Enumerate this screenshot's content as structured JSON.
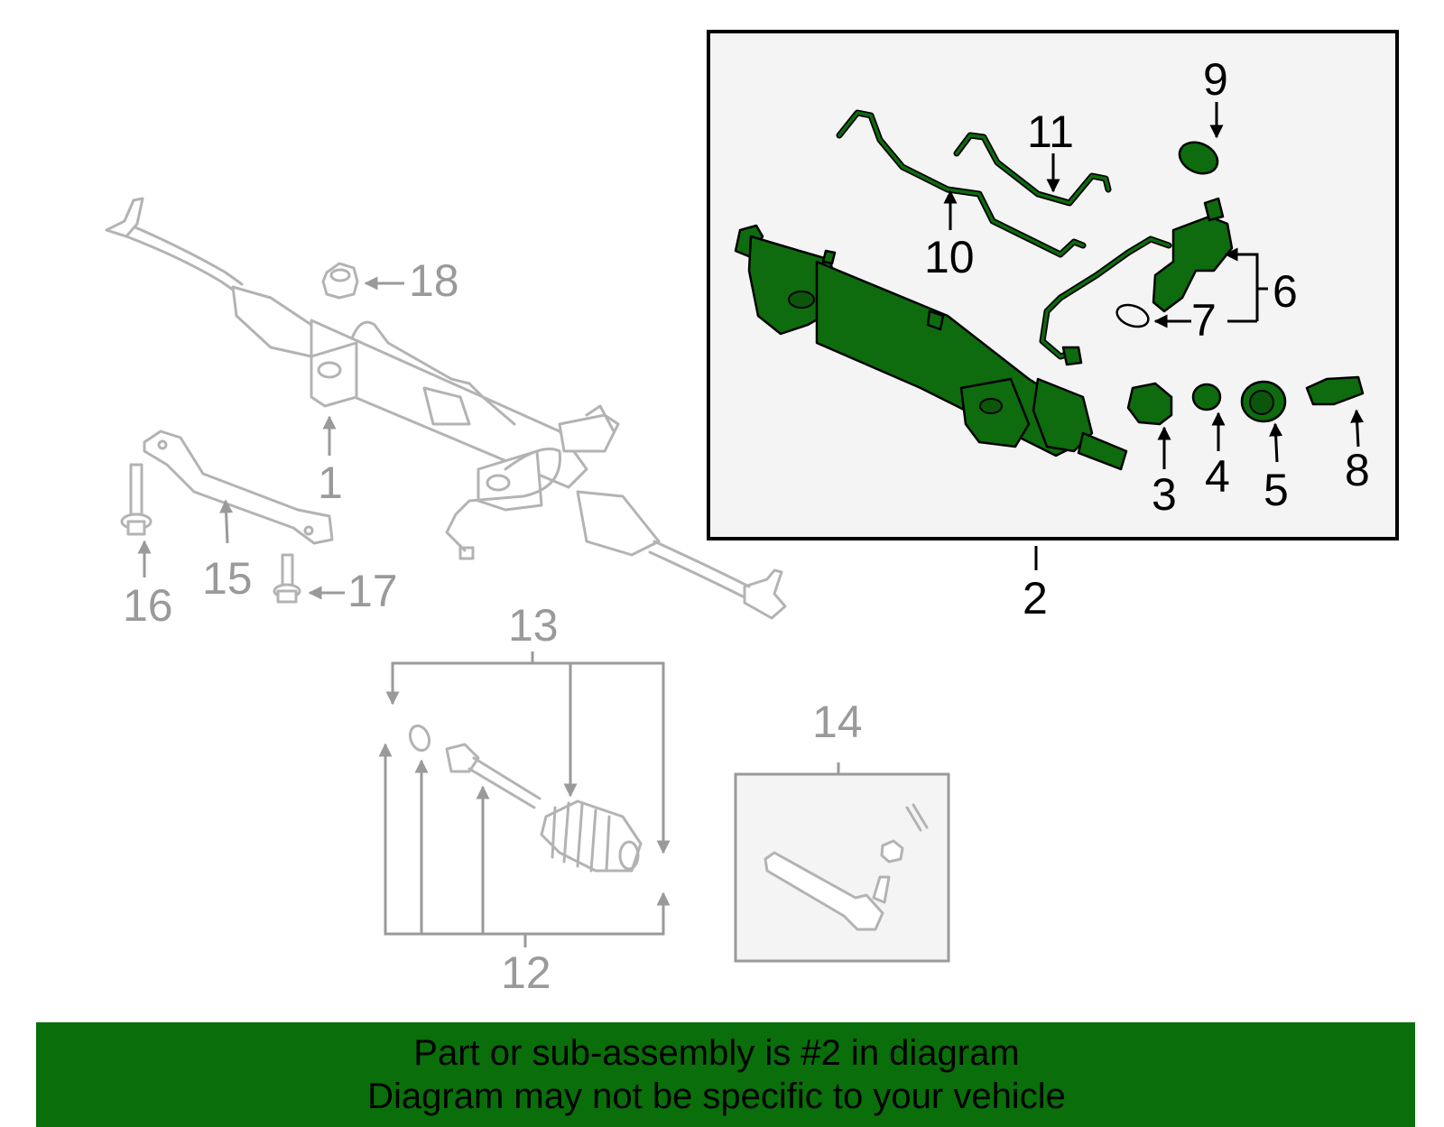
{
  "callouts": {
    "c1": "1",
    "c2": "2",
    "c3": "3",
    "c4": "4",
    "c5": "5",
    "c6": "6",
    "c7": "7",
    "c8": "8",
    "c9": "9",
    "c10": "10",
    "c11": "11",
    "c12": "12",
    "c13": "13",
    "c14": "14",
    "c15": "15",
    "c16": "16",
    "c17": "17",
    "c18": "18"
  },
  "footer": {
    "line1": "Part or sub-assembly is #2 in diagram",
    "line2": "Diagram may not be specific to your vehicle"
  },
  "colors": {
    "highlight_green": "#0e6b0e",
    "footer_green": "#0a6e0a",
    "ghost_grey": "#b3b3b3",
    "inset_bg": "#f4f4f4"
  }
}
